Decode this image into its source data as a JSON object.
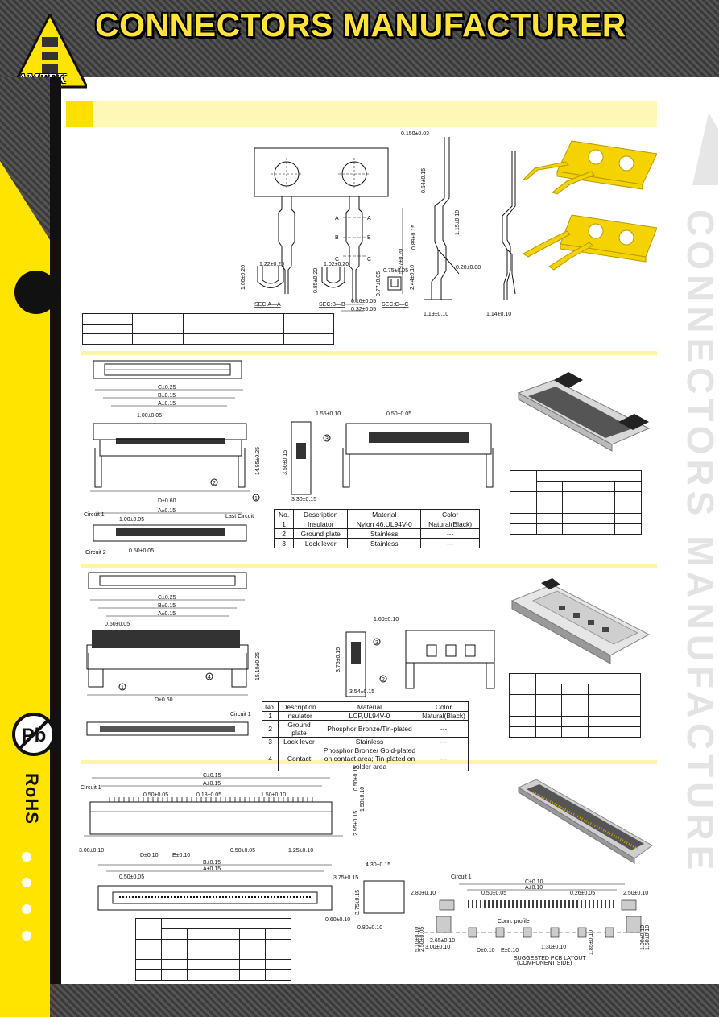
{
  "header": {
    "title": "CONNECTORS MANUFACTURER",
    "logo_text": "AMTEK"
  },
  "sidebar": {
    "rohs_label": "RoHS",
    "pb_label": "Pb"
  },
  "watermark": {
    "text": "CONNECTORS MANUFACTURE"
  },
  "section1": {
    "dims": {
      "thickness": "0.150±0.03",
      "h1": "0.54±0.15",
      "h2": "0.89±0.15",
      "h3": "1.15±0.10",
      "h4": "5.97±0.20",
      "h5": "2.44±0.10",
      "w1": "0.20±0.08",
      "w2": "0.16±0.05",
      "w3": "0.32±0.05",
      "w4": "1.19±0.10",
      "w5": "1.14±0.10",
      "secA_w": "1.22±0.20",
      "secA_h": "1.00±0.20",
      "secB_w": "1.02±0.20",
      "secB_h": "0.85±0.20",
      "secC_w": "0.75±0.05",
      "secC_h": "0.77±0.05",
      "secA": "SEC:A—A",
      "secB": "SEC:B—B",
      "secC": "SEC:C—C",
      "A": "A",
      "B": "B",
      "C": "C"
    }
  },
  "section2": {
    "dims": {
      "c": "C±0.25",
      "b": "B±0.15",
      "a": "A±0.15",
      "pitch": "1.00±0.05",
      "height": "14.95±0.25",
      "d": "D±0.60",
      "side_w": "1.55±0.10",
      "side_h": "3.50±0.15",
      "side_base": "3.30±0.15",
      "pitch2": "0.50±0.05",
      "bottom_a": "A±0.15",
      "bottom_pitch": "1.00±0.05",
      "bottom_pitch2": "0.50±0.05",
      "circuit1": "Circuit 1",
      "circuit2": "Circuit 2",
      "last_circuit": "Last Circuit",
      "n1": "1",
      "n2": "2",
      "n3": "3"
    },
    "bom": {
      "headers": [
        "No.",
        "Description",
        "Material",
        "Color"
      ],
      "rows": [
        [
          "1",
          "Insulator",
          "Nylon 46,UL94V-0",
          "Natural(Black)"
        ],
        [
          "2",
          "Ground plate",
          "Stainless",
          "---"
        ],
        [
          "3",
          "Lock lever",
          "Stainless",
          "---"
        ]
      ]
    }
  },
  "section3": {
    "dims": {
      "c": "C±0.25",
      "b": "B±0.15",
      "a": "A±0.15",
      "pitch": "0.50±0.05",
      "height": "15.10±0.25",
      "d": "D±0.60",
      "side_w": "1.60±0.10",
      "side_h": "3.75±0.15",
      "side_base": "3.54±0.15",
      "circuit1": "Circuit 1",
      "n1": "1",
      "n2": "2",
      "n3": "3",
      "n4": "4"
    },
    "bom": {
      "headers": [
        "No.",
        "Description",
        "Material",
        "Color"
      ],
      "rows": [
        [
          "1",
          "Insulator",
          "LCP,UL94V-0",
          "Natural(Black)"
        ],
        [
          "2",
          "Ground plate",
          "Phosphor Bronze/Tin-plated",
          "---"
        ],
        [
          "3",
          "Lock lever",
          "Stainless",
          "---"
        ],
        [
          "4",
          "Contact",
          "Phosphor Bronze/ Gold-plated on contact area; Tin-plated on solder area",
          "---"
        ]
      ]
    }
  },
  "section4": {
    "dims": {
      "circuit1": "Circuit 1",
      "c": "C±0.15",
      "a": "A±0.15",
      "p1": "0.50±0.05",
      "p2": "0.18±0.05",
      "p3": "1.50±0.10",
      "v1": "0.50±0.15",
      "v2": "1.50±0.10",
      "v3": "2.95±0.15",
      "l1": "3.00±0.10",
      "d": "D±0.10",
      "e": "E±0.10",
      "p4": "0.50±0.05",
      "p5": "1.25±0.10",
      "b2": "B±0.15",
      "a2": "A±0.15",
      "p6": "0.50±0.05",
      "s1": "4.30±0.15",
      "s2": "3.75±0.15",
      "s3": "3.75±0.15",
      "s4": "0.60±0.10",
      "s5": "0.80±0.10",
      "pcb_c": "C±0.10",
      "pcb_a": "A±0.10",
      "pcb_p1": "2.80±0.10",
      "pcb_p2": "0.50±0.05",
      "pcb_p3": "0.26±0.05",
      "pcb_p4": "2.50±0.10",
      "pcb_conn": "Conn. profile",
      "pcb_v1": "5.10±0.10",
      "pcb_v2": "2.50±0.05",
      "pcb_v3": "3.00±0.10",
      "pcb_v4": "2.65±0.10",
      "pcb_d": "D±0.10",
      "pcb_e": "E±0.10",
      "pcb_p5": "1.30±0.10",
      "pcb_v5": "1.85±0.10",
      "pcb_v6": "1.00±0.10",
      "pcb_v7": "1.50±0.10",
      "pcb_caption": "SUGGESTED PCB LAYOUT",
      "pcb_sub": "(COMPONENT SIDE)"
    }
  },
  "colors": {
    "yellow": "#ffe400",
    "bar": "#fff7b8",
    "stripe": "#444444",
    "part_yellow": "#f5d300"
  }
}
